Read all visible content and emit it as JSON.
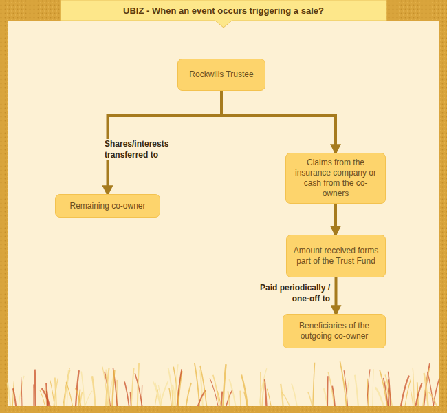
{
  "diagram": {
    "title": "UBIZ - When an event occurs triggering a sale?",
    "nodes": [
      {
        "text": [
          "Rockwills Trustee"
        ]
      },
      {
        "text": [
          "Remaining co-owner"
        ]
      },
      {
        "text": [
          "Claims from the insurance company or cash from the co-owners"
        ]
      },
      {
        "text": [
          "Amount received forms part of the Trust Fund"
        ]
      },
      {
        "text": [
          "Beneficiaries of the outgoing co-owner"
        ]
      }
    ],
    "edges": [
      {
        "from": 0,
        "to": 1,
        "label": "Shares/interests transferred to",
        "arrow": "to"
      },
      {
        "from": 0,
        "to": 2,
        "arrow": "to"
      },
      {
        "from": 2,
        "to": 3,
        "arrow": "to"
      },
      {
        "from": 3,
        "to": 4,
        "label": "Paid periodically / one-off to",
        "arrow": "to"
      }
    ]
  }
}
